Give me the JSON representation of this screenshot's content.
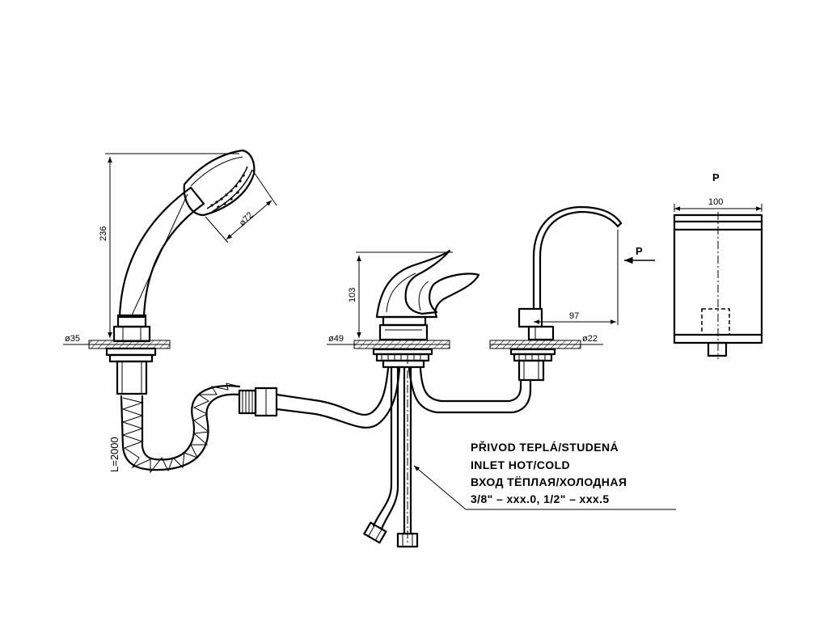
{
  "dimensions": {
    "handshower_height": "236",
    "handshower_head_diameter": "ø72",
    "handshower_base_diameter": "ø35",
    "hose_length": "L=2000",
    "mixer_height": "103",
    "mixer_base_diameter": "ø49",
    "spout_reach": "97",
    "spout_base_diameter": "ø22",
    "view_width": "100"
  },
  "view_labels": {
    "arrow_label": "P",
    "side_view_title": "P"
  },
  "note": {
    "line1": "PŘIVOD TEPLÁ/STUDENÁ",
    "line2": "INLET HOT/COLD",
    "line3": "ВХОД ТЁПЛАЯ/ХОЛОДНАЯ",
    "line4": "3/8\"  –  xxx.0,  1/2\"  –  xxx.5"
  }
}
